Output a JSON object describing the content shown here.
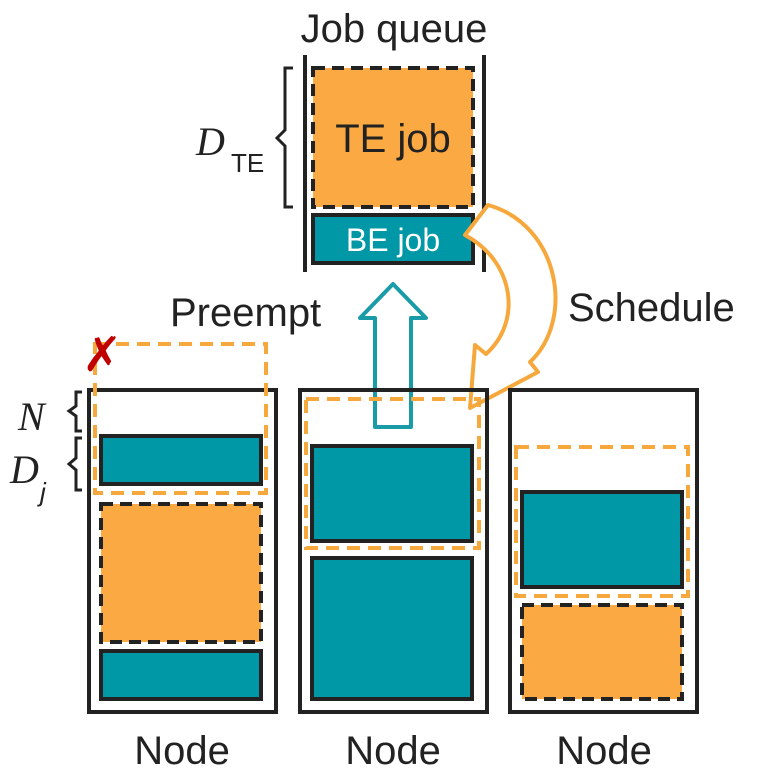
{
  "title": "Job queue",
  "queue": {
    "te_job_label": "TE job",
    "be_job_label": "BE job",
    "height_symbol": "D",
    "height_subscript": "TE"
  },
  "arrows": {
    "preempt_label": "Preempt",
    "schedule_label": "Schedule"
  },
  "node_brackets": {
    "n_symbol": "N",
    "d_symbol": "D",
    "d_subscript": "j"
  },
  "failed_mark": "✗",
  "nodes": [
    {
      "label": "Node"
    },
    {
      "label": "Node"
    },
    {
      "label": "Node"
    }
  ],
  "colors": {
    "te_orange": "#FBA943",
    "be_teal": "#0097A7",
    "outline": "#222222",
    "preempt_arrow": "#1A9BA8",
    "schedule_arrow": "#F6A83C",
    "failed_mark": "#C00000"
  }
}
